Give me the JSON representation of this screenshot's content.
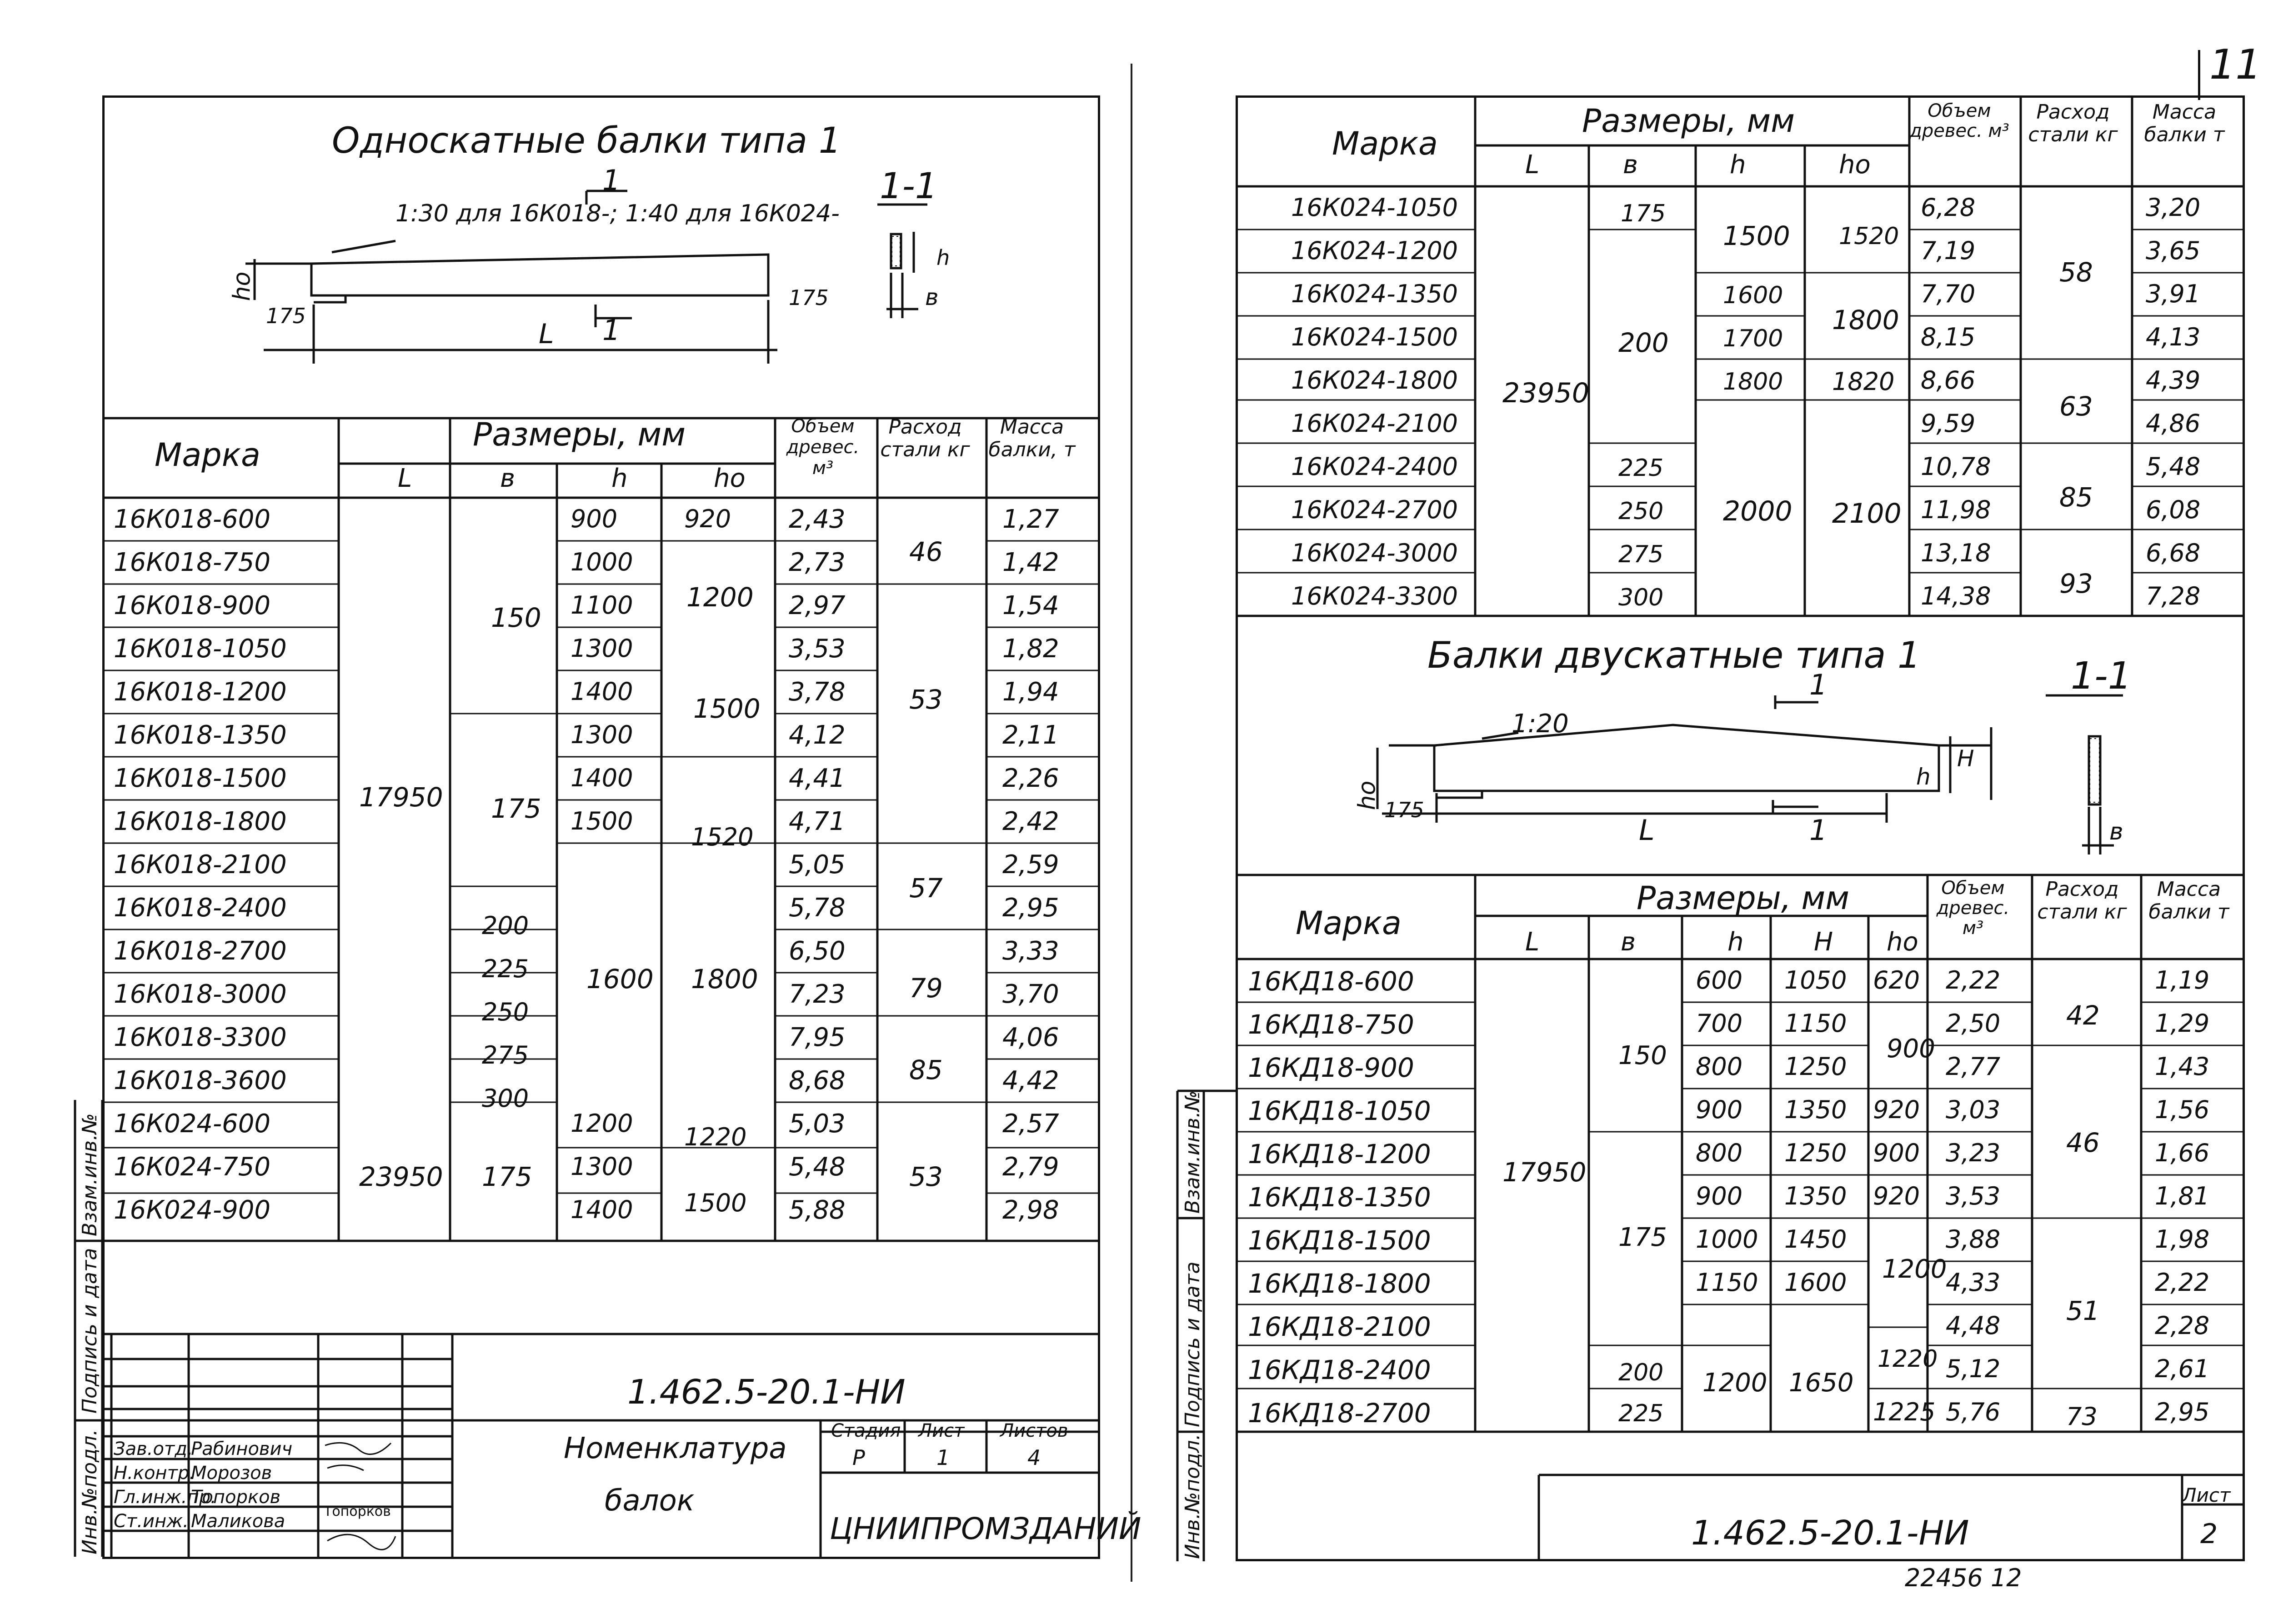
{
  "page_number": "11",
  "stamp_number": "22456 12",
  "left": {
    "diagram1": {
      "title": "Односкатные балки типа 1",
      "slope_note": "1:30 для 16К018-; 1:40 для 16К024-",
      "section_label": "1-1",
      "cut_label": "1",
      "dims": {
        "ho": "ho",
        "support": "175",
        "length": "L",
        "h": "h",
        "b": "в"
      }
    },
    "table": {
      "hdr": {
        "marka": "Марка",
        "sizes": "Размеры, мм",
        "L": "L",
        "b": "в",
        "h": "h",
        "ho": "hо",
        "vol": "Объем древес. м³",
        "steel": "Расход стали кг",
        "mass": "Масса балки, т"
      },
      "rows": [
        {
          "marka": "16К018-600",
          "h": "900",
          "vol": "2,43",
          "mass": "1,27"
        },
        {
          "marka": "16К018-750",
          "h": "1000",
          "vol": "2,73",
          "mass": "1,42"
        },
        {
          "marka": "16К018-900",
          "h": "1100",
          "vol": "2,97",
          "mass": "1,54"
        },
        {
          "marka": "16К018-1050",
          "h": "1300",
          "vol": "3,53",
          "mass": "1,82"
        },
        {
          "marka": "16К018-1200",
          "h": "1400",
          "vol": "3,78",
          "mass": "1,94"
        },
        {
          "marka": "16К018-1350",
          "h": "1300",
          "vol": "4,12",
          "mass": "2,11"
        },
        {
          "marka": "16К018-1500",
          "h": "1400",
          "vol": "4,41",
          "mass": "2,26"
        },
        {
          "marka": "16К018-1800",
          "h": "1500",
          "vol": "4,71",
          "mass": "2,42"
        },
        {
          "marka": "16К018-2100",
          "h": "",
          "vol": "5,05",
          "mass": "2,59"
        },
        {
          "marka": "16К018-2400",
          "h": "",
          "vol": "5,78",
          "mass": "2,95"
        },
        {
          "marka": "16К018-2700",
          "h": "",
          "vol": "6,50",
          "mass": "3,33"
        },
        {
          "marka": "16К018-3000",
          "h": "",
          "vol": "7,23",
          "mass": "3,70"
        },
        {
          "marka": "16К018-3300",
          "h": "",
          "vol": "7,95",
          "mass": "4,06"
        },
        {
          "marka": "16К018-3600",
          "h": "",
          "vol": "8,68",
          "mass": "4,42"
        },
        {
          "marka": "16К024-600",
          "h": "1200",
          "vol": "5,03",
          "mass": "2,57"
        },
        {
          "marka": "16К024-750",
          "h": "1300",
          "vol": "5,48",
          "mass": "2,79"
        },
        {
          "marka": "16К024-900",
          "h": "1400",
          "vol": "5,88",
          "mass": "2,98"
        }
      ],
      "merged": {
        "L1": "17950",
        "L2": "23950",
        "b150": "150",
        "b175": "175",
        "b200": "200",
        "b225": "225",
        "b250": "250",
        "b275": "275",
        "b300": "300",
        "b175b": "175",
        "h1600": "1600",
        "ho920": "920",
        "ho1200": "1200",
        "ho1500": "1500",
        "ho1520": "1520",
        "ho1800": "1800",
        "ho1220": "1220",
        "ho1500b": "1500",
        "s46": "46",
        "s53": "53",
        "s57": "57",
        "s79": "79",
        "s85": "85",
        "s53b": "53"
      }
    },
    "stamp": {
      "code": "1.462.5-20.1-НИ",
      "name1": "Номенклатура",
      "name2": "балок",
      "stage_h": "Стадия",
      "sheet_h": "Лист",
      "sheets_h": "Листов",
      "stage": "Р",
      "sheet": "1",
      "sheets": "4",
      "org": "ЦНИИПРОМЗДАНИЙ",
      "roles": [
        {
          "role": "Зав.отд.",
          "name": "Рабинович"
        },
        {
          "role": "Н.контр.",
          "name": "Морозов"
        },
        {
          "role": "Гл.инж.пр.",
          "name": "Топорков"
        },
        {
          "role": "Ст.инж.",
          "name": "Маликова"
        }
      ],
      "sig_text": "Топорков"
    },
    "side": [
      "Инв.№подл.",
      "Подпись и дата",
      "Взам.инв.№"
    ]
  },
  "right": {
    "table1": {
      "hdr": {
        "marka": "Марка",
        "sizes": "Размеры, мм",
        "L": "L",
        "b": "в",
        "h": "h",
        "ho": "hо",
        "vol": "Объем древес. м³",
        "steel": "Расход стали кг",
        "mass": "Масса балки т"
      },
      "rows": [
        {
          "marka": "16К024-1050",
          "vol": "6,28",
          "mass": "3,20"
        },
        {
          "marka": "16К024-1200",
          "vol": "7,19",
          "mass": "3,65"
        },
        {
          "marka": "16К024-1350",
          "vol": "7,70",
          "mass": "3,91"
        },
        {
          "marka": "16К024-1500",
          "vol": "8,15",
          "mass": "4,13"
        },
        {
          "marka": "16К024-1800",
          "vol": "8,66",
          "mass": "4,39"
        },
        {
          "marka": "16К024-2100",
          "vol": "9,59",
          "mass": "4,86"
        },
        {
          "marka": "16К024-2400",
          "vol": "10,78",
          "mass": "5,48"
        },
        {
          "marka": "16К024-2700",
          "vol": "11,98",
          "mass": "6,08"
        },
        {
          "marka": "16К024-3000",
          "vol": "13,18",
          "mass": "6,68"
        },
        {
          "marka": "16К024-3300",
          "vol": "14,38",
          "mass": "7,28"
        }
      ],
      "merged": {
        "L": "23950",
        "b175": "175",
        "b200": "200",
        "b225": "225",
        "b250": "250",
        "b275": "275",
        "b300": "300",
        "h1500": "1500",
        "h1600": "1600",
        "h1700": "1700",
        "h1800": "1800",
        "h2000": "2000",
        "ho1520": "1520",
        "ho1800": "1800",
        "ho1820": "1820",
        "ho2100": "2100",
        "s58": "58",
        "s63": "63",
        "s85": "85",
        "s93": "93"
      }
    },
    "diagram2": {
      "title": "Балки двускатные типа 1",
      "slope": "1:20",
      "section_label": "1-1",
      "cut_label": "1",
      "dims": {
        "ho": "ho",
        "support": "175",
        "length": "L",
        "h": "h",
        "H": "H",
        "b": "в"
      }
    },
    "table2": {
      "hdr": {
        "marka": "Марка",
        "sizes": "Размеры, мм",
        "L": "L",
        "b": "в",
        "h": "h",
        "H": "H",
        "ho": "hо",
        "vol": "Объем древес. м³",
        "steel": "Расход стали кг",
        "mass": "Масса балки т"
      },
      "rows": [
        {
          "marka": "16КД18-600",
          "h": "600",
          "H": "1050",
          "ho": "620",
          "vol": "2,22",
          "mass": "1,19"
        },
        {
          "marka": "16КД18-750",
          "h": "700",
          "H": "1150",
          "ho": "",
          "vol": "2,50",
          "mass": "1,29"
        },
        {
          "marka": "16КД18-900",
          "h": "800",
          "H": "1250",
          "ho": "",
          "vol": "2,77",
          "mass": "1,43"
        },
        {
          "marka": "16КД18-1050",
          "h": "900",
          "H": "1350",
          "ho": "920",
          "vol": "3,03",
          "mass": "1,56"
        },
        {
          "marka": "16КД18-1200",
          "h": "800",
          "H": "1250",
          "ho": "900",
          "vol": "3,23",
          "mass": "1,66"
        },
        {
          "marka": "16КД18-1350",
          "h": "900",
          "H": "1350",
          "ho": "920",
          "vol": "3,53",
          "mass": "1,81"
        },
        {
          "marka": "16КД18-1500",
          "h": "1000",
          "H": "1450",
          "ho": "",
          "vol": "3,88",
          "mass": "1,98"
        },
        {
          "marka": "16КД18-1800",
          "h": "1150",
          "H": "1600",
          "ho": "",
          "vol": "4,33",
          "mass": "2,22"
        },
        {
          "marka": "16КД18-2100",
          "h": "",
          "H": "",
          "ho": "",
          "vol": "4,48",
          "mass": "2,28"
        },
        {
          "marka": "16КД18-2400",
          "h": "",
          "H": "",
          "ho": "",
          "vol": "5,12",
          "mass": "2,61"
        },
        {
          "marka": "16КД18-2700",
          "h": "",
          "H": "",
          "ho": "1225",
          "vol": "5,76",
          "mass": "2,95"
        }
      ],
      "merged": {
        "L": "17950",
        "b150": "150",
        "b175": "175",
        "b200": "200",
        "b225": "225",
        "ho900": "900",
        "ho1200": "1200",
        "ho1220": "1220",
        "h1200": "1200",
        "H1650": "1650",
        "s42": "42",
        "s46": "46",
        "s51": "51",
        "s73": "73"
      }
    },
    "stamp": {
      "code": "1.462.5-20.1-НИ",
      "sheet_h": "Лист",
      "sheet": "2"
    },
    "side": [
      "Инв.№подл.",
      "Подпись и дата",
      "Взам.инв.№"
    ]
  }
}
